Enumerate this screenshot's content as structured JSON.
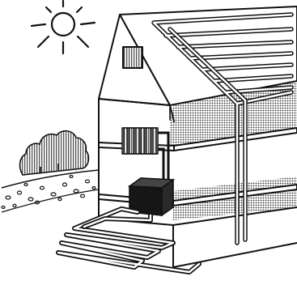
{
  "figure": {
    "subject": "house-heat-pump-installation",
    "components": {
      "sun": "sun-icon",
      "house": "house-cutaway",
      "roof_collector": "roof-pipe-collector",
      "radiator": "radiator-icon",
      "heat_pump": "heat-pump-unit",
      "ground_collector": "ground-pipe-collector",
      "vegetation": "bush-icon",
      "soil": "soil-stones"
    },
    "colors": {
      "line": "#111111",
      "background": "#ffffff",
      "hatch": "#333333",
      "unit_fill": "#161616"
    }
  }
}
